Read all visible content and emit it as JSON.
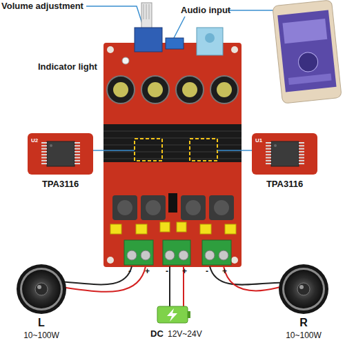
{
  "diagram": {
    "nodes": [
      {
        "text": [
          "U2",
          "TPA3116"
        ]
      },
      {
        "text": [
          "U1",
          "TPA3116"
        ]
      },
      {
        "text": [
          "L",
          "10~100W"
        ]
      },
      {
        "text": [
          "DC",
          "12V~24V"
        ]
      },
      {
        "text": [
          "R",
          "10~100W"
        ]
      }
    ],
    "labels": [
      "Volume adjustment",
      "Audio input",
      "Indicator light",
      "-",
      "+",
      "-",
      "+",
      "-",
      "+"
    ]
  }
}
